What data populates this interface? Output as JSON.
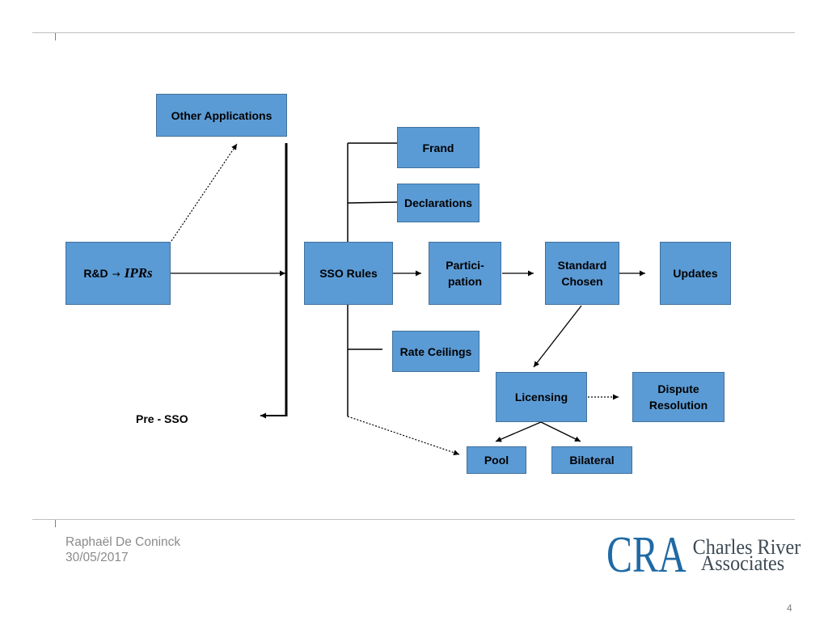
{
  "footer": {
    "author": "Raphaël De Coninck",
    "date": "30/05/2017",
    "page_number": "4"
  },
  "logo": {
    "mark": "CRA",
    "line1": "Charles River",
    "line2": "Associates",
    "mark_color": "#1F6AA5",
    "text_color": "#3E4A54"
  },
  "diagram": {
    "colors": {
      "box_fill": "#5B9BD5",
      "box_border": "#41719C",
      "line": "#000000",
      "rule": "#BFBFBF"
    },
    "boxes": {
      "other_applications": {
        "lines": [
          "Other Applications"
        ]
      },
      "rd_iprs": {
        "text": "R&D",
        "arrow": "→",
        "math": "IPRs"
      },
      "sso_rules": {
        "lines": [
          "SSO Rules"
        ]
      },
      "participation": {
        "lines": [
          "Partici-",
          "pation"
        ]
      },
      "standard_chosen": {
        "lines": [
          "Standard",
          "Chosen"
        ]
      },
      "updates": {
        "lines": [
          "Updates"
        ]
      },
      "frand": {
        "lines": [
          "Frand"
        ]
      },
      "declarations": {
        "lines": [
          "Declarations"
        ]
      },
      "rate_ceilings": {
        "lines": [
          "Rate Ceilings"
        ]
      },
      "licensing": {
        "lines": [
          "Licensing"
        ]
      },
      "dispute_resolution": {
        "lines": [
          "Dispute",
          "Resolution"
        ]
      },
      "pool": {
        "lines": [
          "Pool"
        ]
      },
      "bilateral": {
        "lines": [
          "Bilateral"
        ]
      }
    },
    "pre_sso_label": "Pre - SSO"
  }
}
